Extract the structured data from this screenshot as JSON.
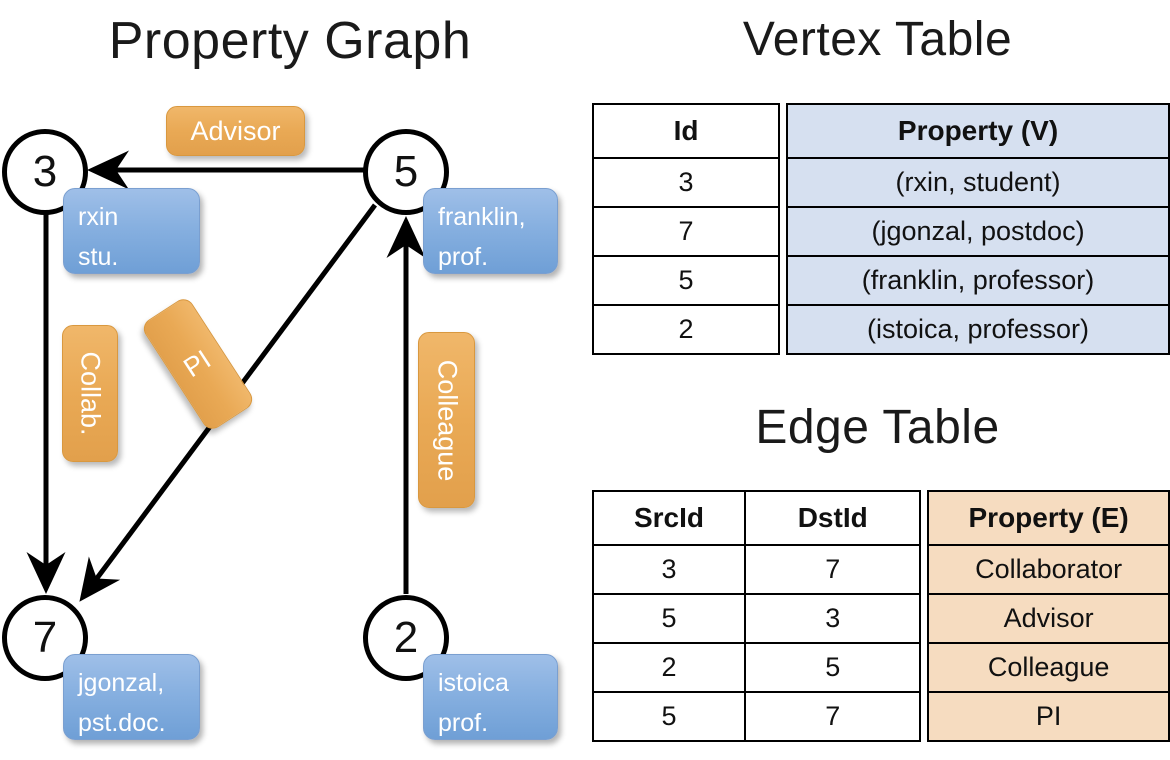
{
  "titles": {
    "property_graph": "Property Graph",
    "vertex_table": "Vertex Table",
    "edge_table": "Edge Table"
  },
  "graph": {
    "nodes": [
      {
        "id": "3",
        "property": [
          "rxin",
          "stu."
        ]
      },
      {
        "id": "5",
        "property": [
          "franklin,",
          "prof."
        ]
      },
      {
        "id": "7",
        "property": [
          "jgonzal,",
          "pst.doc."
        ]
      },
      {
        "id": "2",
        "property": [
          "istoica",
          "prof."
        ]
      }
    ],
    "edge_labels": {
      "advisor": "Advisor",
      "collab": "Collab.",
      "pi": "PI",
      "colleague": "Colleague"
    }
  },
  "vertex_table": {
    "headers": [
      "Id",
      "Property (V)"
    ],
    "rows": [
      {
        "id": "3",
        "property": "(rxin, student)"
      },
      {
        "id": "7",
        "property": "(jgonzal, postdoc)"
      },
      {
        "id": "5",
        "property": "(franklin, professor)"
      },
      {
        "id": "2",
        "property": "(istoica, professor)"
      }
    ]
  },
  "edge_table": {
    "headers": [
      "SrcId",
      "DstId",
      "Property (E)"
    ],
    "rows": [
      {
        "src": "3",
        "dst": "7",
        "property": "Collaborator"
      },
      {
        "src": "5",
        "dst": "3",
        "property": "Advisor"
      },
      {
        "src": "2",
        "dst": "5",
        "property": "Colleague"
      },
      {
        "src": "5",
        "dst": "7",
        "property": "PI"
      }
    ]
  },
  "colors": {
    "vertex_property_fill": "#d6e0f0",
    "edge_property_fill": "#f6dcc0",
    "node_box_blue": "#87b0e0",
    "edge_label_orange": "#e9a955"
  }
}
